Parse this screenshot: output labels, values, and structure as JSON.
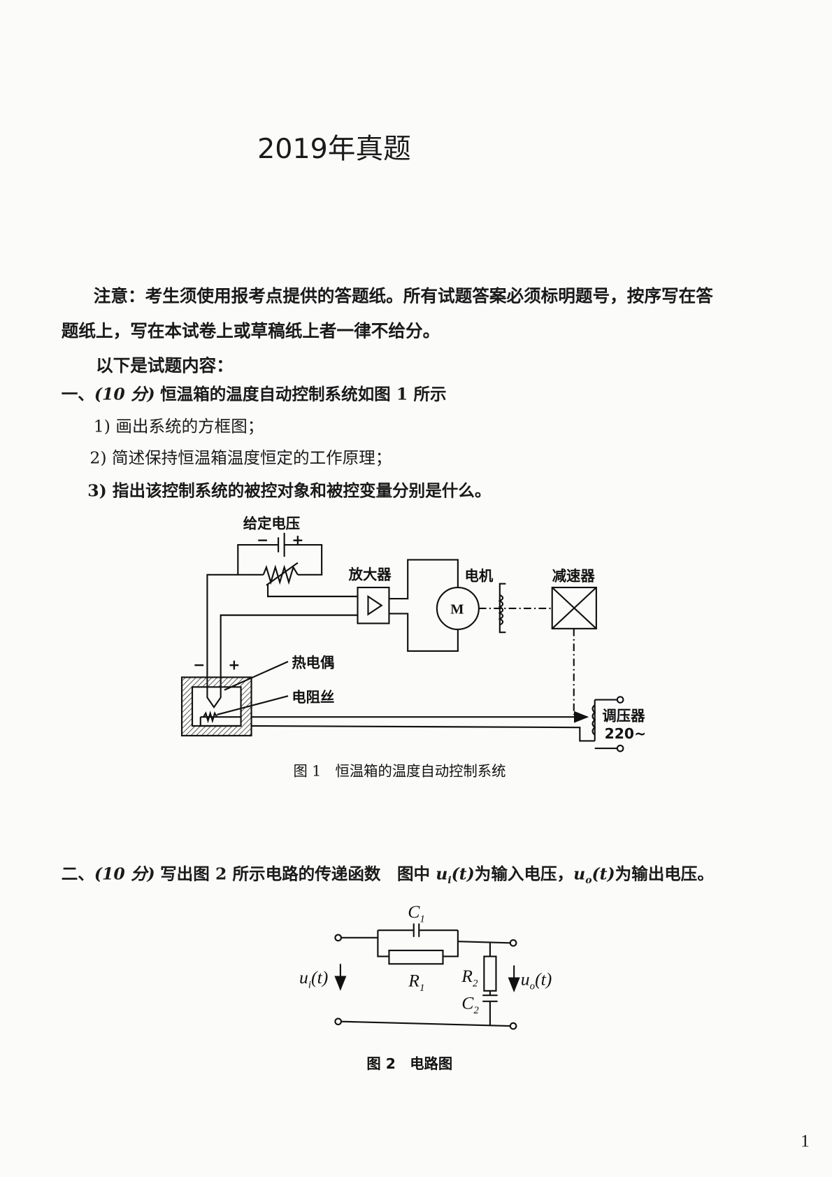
{
  "title": "2019年真题",
  "notice": {
    "line1": "注意：考生须使用报考点提供的答题纸。所有试题答案必须标明题号，按序写在答",
    "line2": "题纸上，写在本试卷上或草稿纸上者一律不给分。",
    "intro": "以下是试题内容："
  },
  "q1": {
    "number": "一、",
    "points": "(10 分)",
    "text": "恒温箱的温度自动控制系统如图 1 所示",
    "items": [
      "1) 画出系统的方框图；",
      "2) 简述保持恒温箱温度恒定的工作原理；",
      "3) 指出该控制系统的被控对象和被控变量分别是什么。"
    ]
  },
  "fig1": {
    "set_voltage": "给定电压",
    "minus": "−",
    "plus": "+",
    "amplifier": "放大器",
    "motor": "电机",
    "motor_symbol": "M",
    "reducer": "减速器",
    "thermocouple": "热电偶",
    "heater_wire": "电阻丝",
    "regulator": "调压器",
    "supply": "220~",
    "caption": "图 1　恒温箱的温度自动控制系统"
  },
  "q2": {
    "number": "二、",
    "points": "(10 分)",
    "text": "写出图 2 所示电路的传递函数　图中 ",
    "ui": "u",
    "ui_sub": "i",
    "t1": "(t)",
    "mid": "为输入电压，",
    "uo": "u",
    "uo_sub": "o",
    "t2": "(t)",
    "end": "为输出电压。"
  },
  "fig2": {
    "c1": "C",
    "c1_sub": "1",
    "r1": "R",
    "r1_sub": "1",
    "r2": "R",
    "r2_sub": "2",
    "c2": "C",
    "c2_sub": "2",
    "ui": "u",
    "ui_sub": "i",
    "ui_t": "(t)",
    "uo": "u",
    "uo_sub": "o",
    "uo_t": "(t)",
    "caption": "图 2　电路图"
  },
  "page_number": "1"
}
